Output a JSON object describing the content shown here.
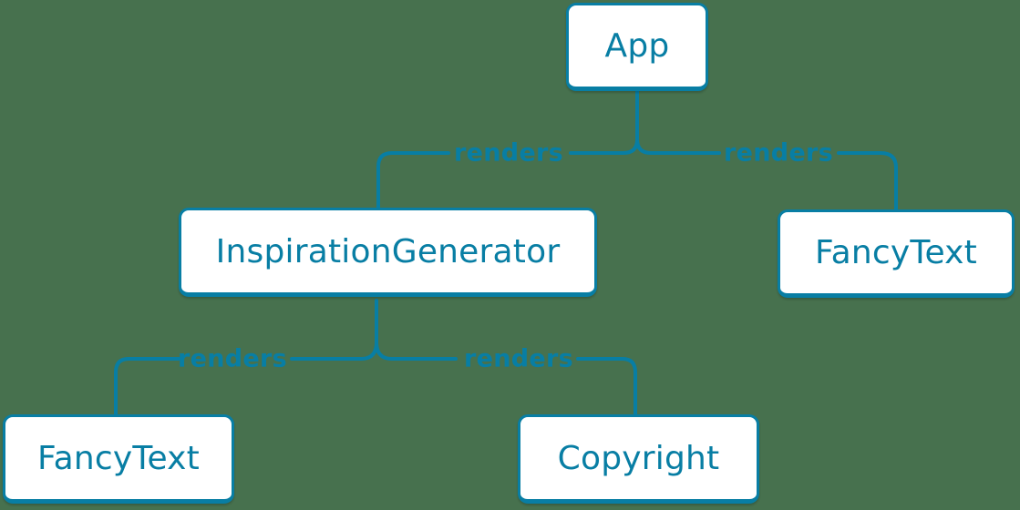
{
  "nodes": [
    {
      "id": "app",
      "label": "App"
    },
    {
      "id": "inspiration-generator",
      "label": "InspirationGenerator"
    },
    {
      "id": "fancy-text-right",
      "label": "FancyText"
    },
    {
      "id": "fancy-text-left",
      "label": "FancyText"
    },
    {
      "id": "copyright",
      "label": "Copyright"
    }
  ],
  "edges": [
    {
      "from": "App",
      "to": "InspirationGenerator",
      "label": "renders"
    },
    {
      "from": "App",
      "to": "FancyText",
      "label": "renders"
    },
    {
      "from": "InspirationGenerator",
      "to": "FancyText",
      "label": "renders"
    },
    {
      "from": "InspirationGenerator",
      "to": "Copyright",
      "label": "renders"
    }
  ],
  "colors": {
    "accent": "#087ea4",
    "background": "#47714e",
    "node_background": "#ffffff"
  }
}
